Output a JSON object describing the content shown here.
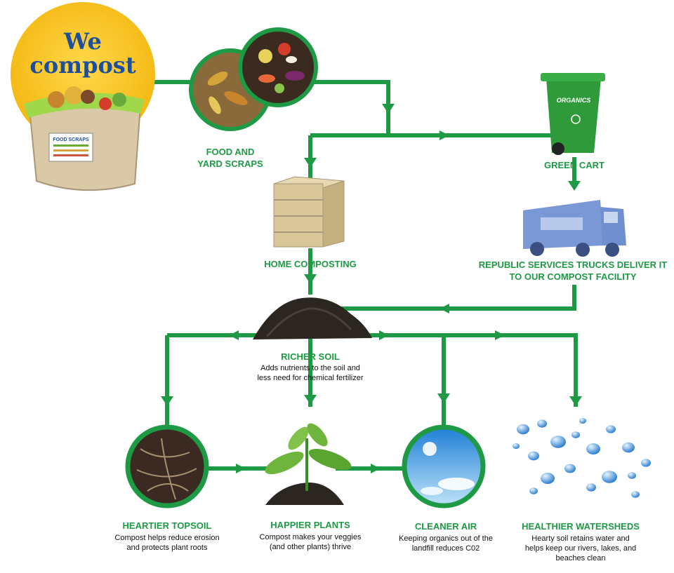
{
  "badge": {
    "line1": "We",
    "line2": "compost"
  },
  "bin_label": "FOOD SCRAPS",
  "cart_label": "ORGANICS",
  "nodes": {
    "food_yard_scraps": {
      "label_line1": "FOOD AND",
      "label_line2": "YARD SCRAPS"
    },
    "green_cart": {
      "label": "GREEN CART"
    },
    "home_composting": {
      "label": "HOME COMPOSTING"
    },
    "trucks": {
      "label_line1": "REPUBLIC SERVICES TRUCKS DELIVER IT",
      "label_line2": "TO OUR COMPOST FACILITY"
    },
    "richer_soil": {
      "label": "RICHER SOIL",
      "desc_line1": "Adds nutrients to the soil and",
      "desc_line2": "less need for chemical fertilizer"
    },
    "heartier_topsoil": {
      "label": "HEARTIER TOPSOIL",
      "desc_line1": "Compost helps reduce erosion",
      "desc_line2": "and protects plant roots"
    },
    "happier_plants": {
      "label": "HAPPIER PLANTS",
      "desc_line1": "Compost makes your veggies",
      "desc_line2": "(and other plants) thrive"
    },
    "cleaner_air": {
      "label": "CLEANER AIR",
      "desc_line1": "Keeping organics out of the",
      "desc_line2": "landfill reduces C02"
    },
    "healthier_watersheds": {
      "label": "HEALTHIER WATERSHEDS",
      "desc_line1": "Hearty soil retains water and",
      "desc_line2": "helps keep our rivers, lakes, and",
      "desc_line3": "beaches clean"
    }
  },
  "colors": {
    "flow_green": "#1e9a45",
    "badge_yellow": "#f6c21a",
    "badge_blue": "#1d4f9c",
    "truck_blue": "#6f8fd0",
    "soil": "#2b2620",
    "water": "#3d8fd8",
    "sky": "#4aa6e6"
  },
  "icons": [
    "compost-bin-icon",
    "organics-cart-icon",
    "compost-crate-icon",
    "garbage-truck-icon",
    "soil-pile-icon",
    "roots-icon",
    "seedling-icon",
    "sky-icon",
    "water-drops-icon"
  ]
}
